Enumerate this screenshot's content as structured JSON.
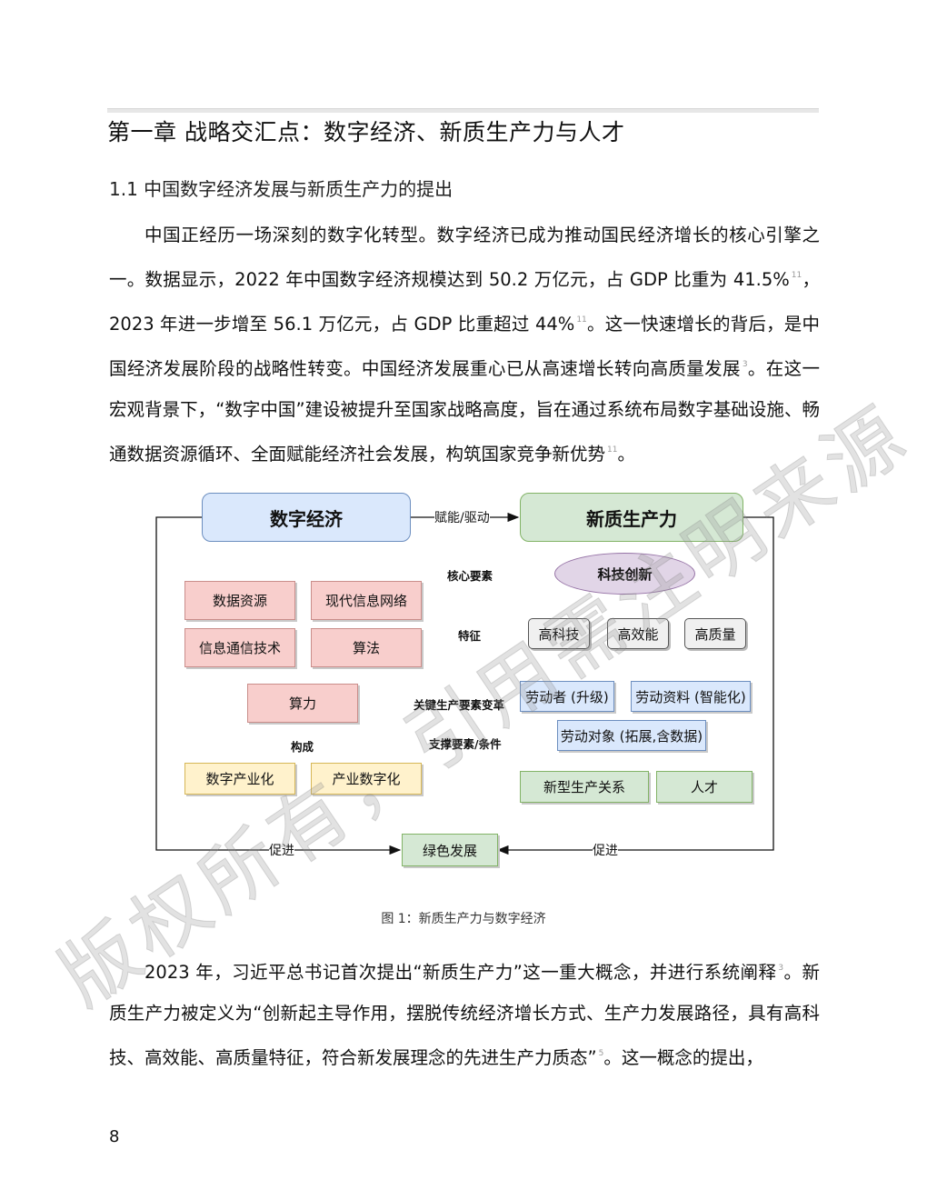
{
  "chapter_title": "第一章 战略交汇点：数字经济、新质生产力与人才",
  "section_title": "1.1 中国数字经济发展与新质生产力的提出",
  "paragraph1": {
    "s1": "中国正经历一场深刻的数字化转型。数字经济已成为推动国民经济增长的核心引擎之一。数据显示，2022 年中国数字经济规模达到 50.2 万亿元，占 GDP 比重为 41.5%",
    "r1": "11",
    "s2": "，2023 年进一步增至 56.1 万亿元，占 GDP 比重超过 44%",
    "r2": "11",
    "s3": "。这一快速增长的背后，是中国经济发展阶段的战略性转变。中国经济发展重心已从高速增长转向高质量发展",
    "r3": "3",
    "s4": "。在这一宏观背景下，“数字中国”建设被提升至国家战略高度，旨在通过系统布局数字基础设施、畅通数据资源循环、全面赋能经济社会发展，构筑国家竞争新优势",
    "r4": "11",
    "s5": "。"
  },
  "diagram": {
    "digital_economy": "数字经济",
    "new_productivity": "新质生产力",
    "enable_label": "赋能/驱动",
    "core_label": "核心要素",
    "feature_label": "特征",
    "key_label": "关键生产要素变革",
    "composition_label": "构成",
    "support_label": "支撑要素/条件",
    "left_boxes": [
      "数据资源",
      "现代信息网络",
      "信息通信技术",
      "算法",
      "算力"
    ],
    "yellow_boxes": [
      "数字产业化",
      "产业数字化"
    ],
    "innovation": "科技创新",
    "features": [
      "高科技",
      "高效能",
      "高质量"
    ],
    "factors": [
      "劳动者 (升级)",
      "劳动资料 (智能化)",
      "劳动对象 (拓展,含数据)"
    ],
    "supports": [
      "新型生产关系",
      "人才"
    ],
    "green_dev": "绿色发展",
    "promote_left": "促进",
    "promote_right": "促进",
    "colors": {
      "pink": "#f8cecc",
      "yellow": "#fff2cc",
      "green": "#d5e8d4",
      "blue": "#dae8fc",
      "purple": "#e1d5e7"
    }
  },
  "watermark": "版权所有，引用需注明来源",
  "caption": "图 1：新质生产力与数字经济",
  "paragraph2": {
    "s1": "2023 年，习近平总书记首次提出“新质生产力”这一重大概念，并进行系统阐释",
    "r1": "3",
    "s2": "。新质生产力被定义为“创新起主导作用，摆脱传统经济增长方式、生产力发展路径，具有高科技、高效能、高质量特征，符合新发展理念的先进生产力质态”",
    "r2": "5",
    "s3": "。这一概念的提出，"
  },
  "page_number": "8"
}
